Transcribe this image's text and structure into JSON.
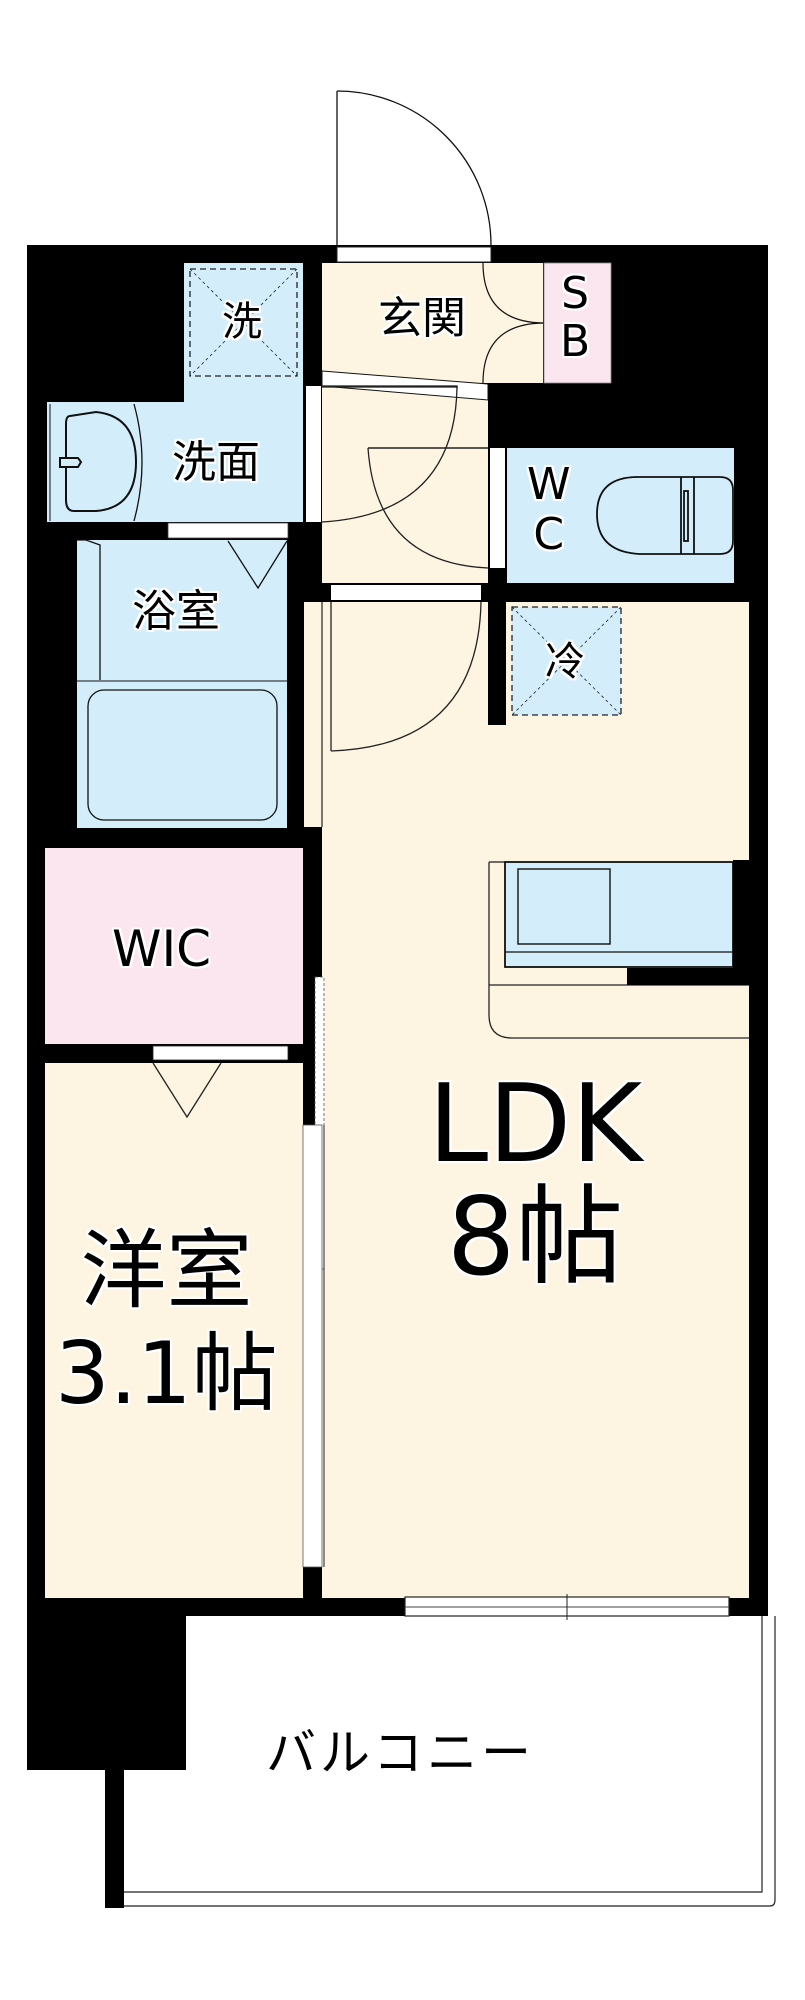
{
  "floorplan": {
    "colors": {
      "wall": "#000000",
      "wet_area": "#d3eefa",
      "living_area": "#fdf5e2",
      "storage": "#fbe5ef",
      "opening": "#ffffff",
      "line": "#222222"
    },
    "rooms": {
      "washer": {
        "label": "洗"
      },
      "washroom": {
        "label": "洗面"
      },
      "bathroom": {
        "label": "浴室"
      },
      "entrance": {
        "label": "玄関"
      },
      "shoe_box": {
        "label_top": "S",
        "label_bottom": "B"
      },
      "toilet": {
        "label_top": "W",
        "label_bottom": "C"
      },
      "fridge": {
        "label": "冷"
      },
      "wic": {
        "label": "WIC"
      },
      "western_room": {
        "label_line1": "洋室",
        "label_line2": "3.1帖"
      },
      "ldk": {
        "label_line1": "LDK",
        "label_line2": "8帖"
      },
      "balcony": {
        "label": "バルコニー"
      }
    }
  }
}
